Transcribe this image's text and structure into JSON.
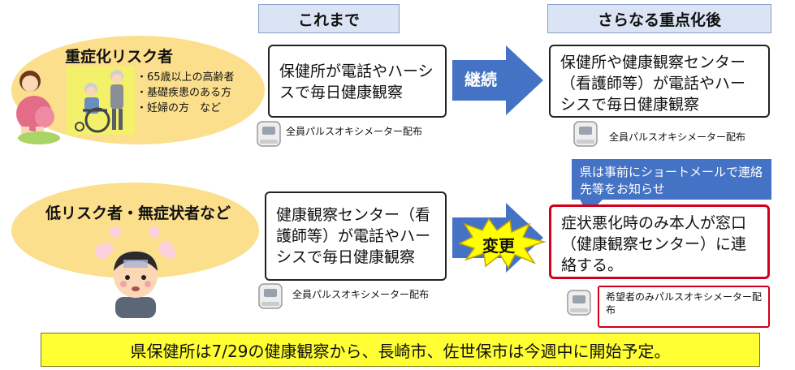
{
  "headers": {
    "before": "これまで",
    "after": "さらなる重点化後"
  },
  "high_risk": {
    "title": "重症化リスク者",
    "bullets": [
      "・65歳以上の高齢者",
      "・基礎疾患のある方",
      "・妊婦の方　など"
    ],
    "before_text": "保健所が電話やハーシスで毎日健康観察",
    "before_caption": "全員パルスオキシメーター配布",
    "arrow_label": "継続",
    "after_text": "保健所や健康観察センター（看護師等）が電話やハーシスで毎日健康観察",
    "after_caption": "全員パルスオキシメーター配布"
  },
  "low_risk": {
    "title": "低リスク者・無症状者など",
    "before_text": "健康観察センター（看護師等）が電話やハーシスで毎日健康観察",
    "before_caption": "全員パルスオキシメーター配布",
    "arrow_label": "変更",
    "notice": "県は事前にショートメールで連絡先等をお知らせ",
    "after_text": "症状悪化時のみ本人が窓口（健康観察センター）に連絡する。",
    "after_caption": "希望者のみパルスオキシメーター配布"
  },
  "banner": "県保健所は7/29の健康観察から、長崎市、佐世保市は今週中に開始予定。",
  "colors": {
    "ellipse": "#fbdf8c",
    "arrow": "#4472c4",
    "header_bg": "#dbe4f4",
    "red": "#d1001c",
    "banner": "#ffff33",
    "burst": "#ffff00"
  }
}
